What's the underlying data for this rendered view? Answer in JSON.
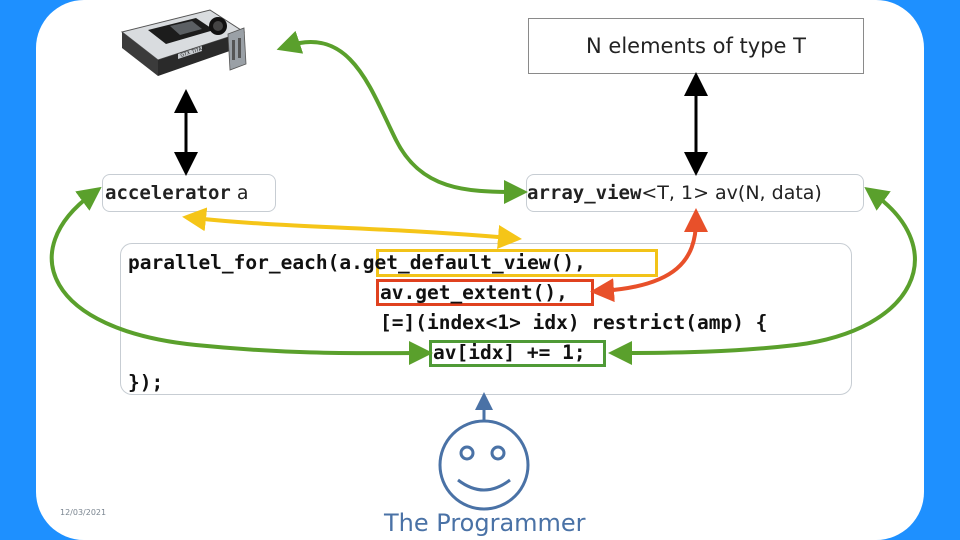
{
  "top_right_box": {
    "text": "N elements of type T"
  },
  "accelerator": {
    "keyword": "accelerator",
    "name": " a"
  },
  "array_view": {
    "keyword": "array_view",
    "rest": "<T, 1> av(N, data)"
  },
  "code": {
    "line1_prefix": "parallel_for_each(",
    "line1_call": "a.get_default_view()",
    "line1_suffix": ",",
    "line2_call": "av.get_extent()",
    "line2_suffix": ",",
    "line3": "[=](index<1> idx) restrict(amp) {",
    "line4_stmt": "av[idx] += 1",
    "line4_suffix": ";",
    "line5": "});"
  },
  "gpu_image": {
    "caption_on_card": "GTX TITAN"
  },
  "footer": {
    "date": "12/03/2021",
    "programmer_label": "The Programmer"
  },
  "colors": {
    "background_frame": "#1e90ff",
    "green_arrow": "#5aa02c",
    "yellow_arrow": "#f5c518",
    "red_arrow": "#e8502a",
    "black_arrow": "#000000",
    "programmer_blue": "#4a72a6",
    "highlight_yellow": "#f2c318",
    "highlight_red": "#e0411f",
    "highlight_green": "#4f9a36"
  }
}
